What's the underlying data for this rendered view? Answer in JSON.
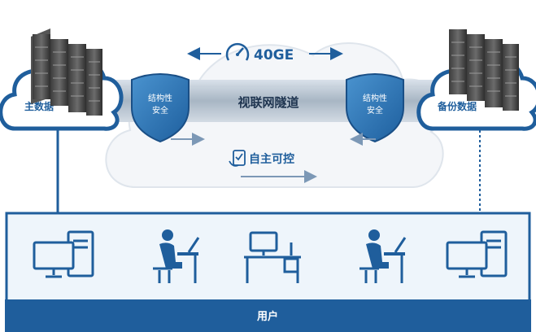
{
  "diagram": {
    "bandwidth_label": "40GE",
    "tunnel_label": "视联网隧道",
    "left_shield_label": [
      "结构性",
      "安全"
    ],
    "right_shield_label": [
      "结构性",
      "安全"
    ],
    "control_label": "自主可控",
    "left_cloud_label": "主数据",
    "right_cloud_label": "备份数据",
    "users_label": "用户",
    "icons": {
      "gauge": "speedometer-icon",
      "control": "checklist-icon",
      "server": "server-rack-icon",
      "desktop": "desktop-computer-icon",
      "user_at_desk": "person-at-laptop-icon",
      "workstation": "workstation-desk-icon"
    },
    "colors": {
      "primary_blue": "#1f5e9c",
      "shield_blue": "#2f78b6",
      "panel_bg": "#eef5fb",
      "footer_bar": "#1f5e9c",
      "tunnel_gray": "#9aa9b8"
    }
  }
}
